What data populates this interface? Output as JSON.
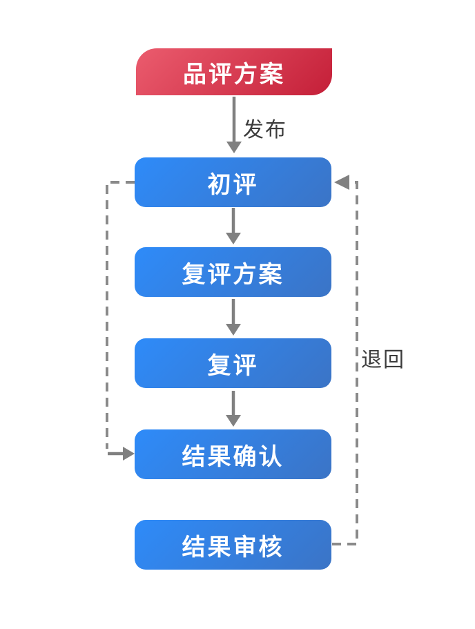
{
  "diagram": {
    "type": "flowchart",
    "nodes": [
      {
        "id": "tasting-plan",
        "label": "品评方案",
        "kind": "start"
      },
      {
        "id": "initial-evaluation",
        "label": "初评",
        "kind": "step"
      },
      {
        "id": "re-evaluation-plan",
        "label": "复评方案",
        "kind": "step"
      },
      {
        "id": "re-evaluation",
        "label": "复评",
        "kind": "step"
      },
      {
        "id": "result-confirmation",
        "label": "结果确认",
        "kind": "step"
      },
      {
        "id": "result-review",
        "label": "结果审核",
        "kind": "step"
      }
    ],
    "edges": [
      {
        "from": "品评方案",
        "to": "初评",
        "label": "发布",
        "style": "solid"
      },
      {
        "from": "初评",
        "to": "复评方案",
        "label": "",
        "style": "solid"
      },
      {
        "from": "复评方案",
        "to": "复评",
        "label": "",
        "style": "solid"
      },
      {
        "from": "复评",
        "to": "结果确认",
        "label": "",
        "style": "solid"
      },
      {
        "from": "初评",
        "to": "结果确认",
        "label": "",
        "style": "dashed"
      },
      {
        "from": "结果审核",
        "to": "初评",
        "label": "退回",
        "style": "dashed"
      }
    ],
    "edge_labels": {
      "publish": "发布",
      "return": "退回"
    },
    "colors": {
      "background": "#FFFFFF",
      "start_gradient_from": "#EB5C6E",
      "start_gradient_to": "#C41F38",
      "step_gradient_from": "#2E8BF9",
      "step_gradient_to": "#3B74C6",
      "arrow": "#808080",
      "dashed_line": "#8A8A8A",
      "edge_label_text": "#3C3C3C",
      "node_text": "#FFFFFF"
    }
  }
}
